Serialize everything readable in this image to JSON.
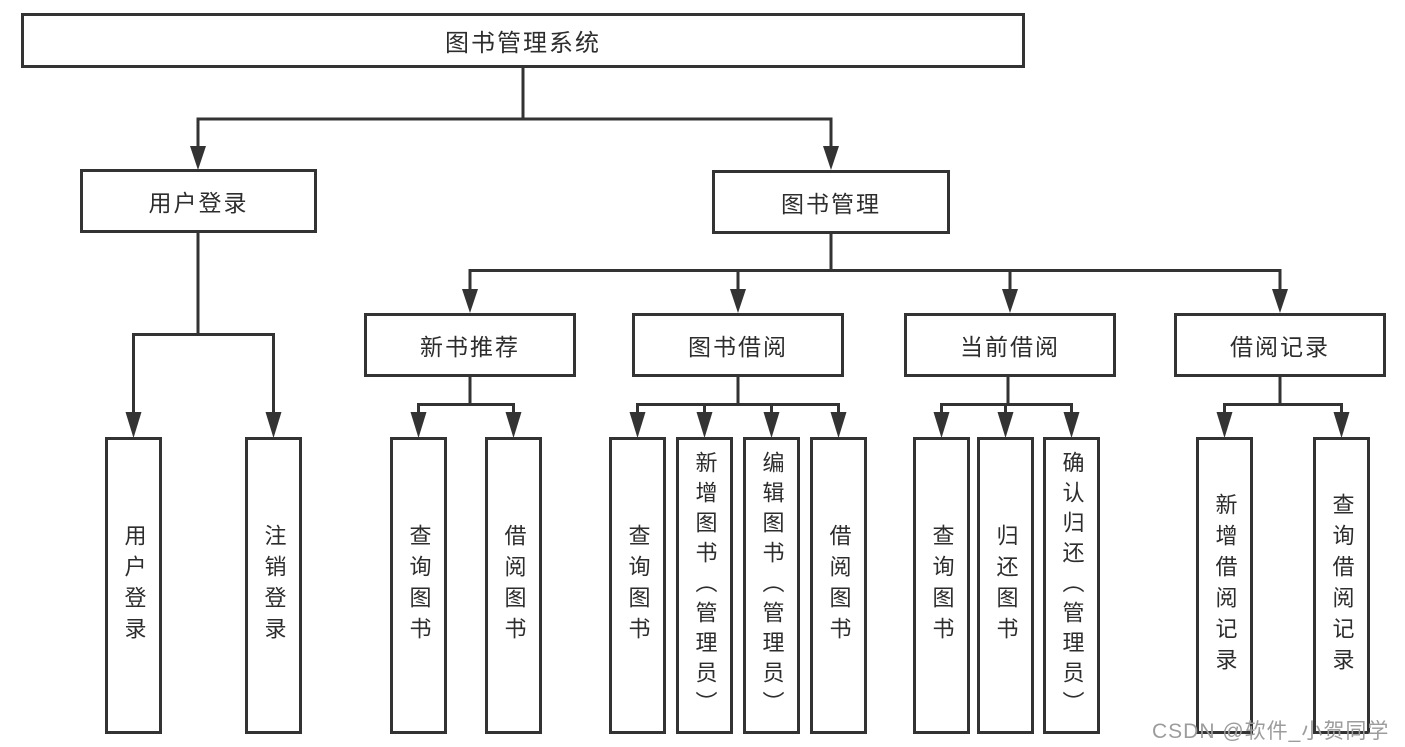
{
  "tree": {
    "root": {
      "label": "图书管理系统"
    },
    "branches": [
      {
        "label": "用户登录",
        "children": [
          {
            "label": "用户登录"
          },
          {
            "label": "注销登录"
          }
        ]
      },
      {
        "label": "图书管理",
        "children": [
          {
            "label": "新书推荐",
            "children": [
              {
                "label": "查询图书"
              },
              {
                "label": "借阅图书"
              }
            ]
          },
          {
            "label": "图书借阅",
            "children": [
              {
                "label": "查询图书"
              },
              {
                "label": "新增图书（管理员）"
              },
              {
                "label": "编辑图书（管理员）"
              },
              {
                "label": "借阅图书"
              }
            ]
          },
          {
            "label": "当前借阅",
            "children": [
              {
                "label": "查询图书"
              },
              {
                "label": "归还图书"
              },
              {
                "label": "确认归还（管理员）"
              }
            ]
          },
          {
            "label": "借阅记录",
            "children": [
              {
                "label": "新增借阅记录"
              },
              {
                "label": "查询借阅记录"
              }
            ]
          }
        ]
      }
    ]
  },
  "watermark": {
    "text": "CSDN @软件_小贺同学"
  },
  "colors": {
    "line": "#333333",
    "text": "#2d2d2d",
    "box_background": "#ffffff",
    "watermark": "#9c9c9c",
    "page_background": "#ffffff"
  }
}
